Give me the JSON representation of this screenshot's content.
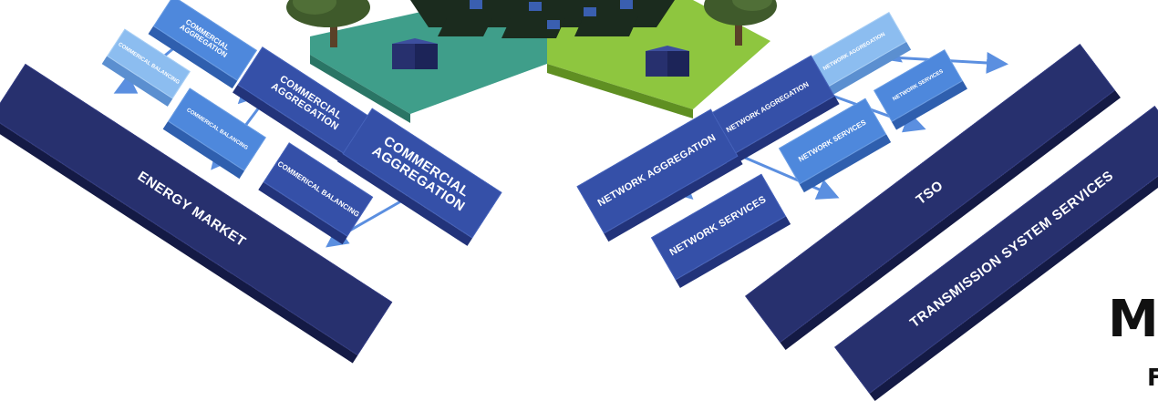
{
  "energy_market": "ENERGY MARKET",
  "commercial_aggregation": "COMMERCIAL AGGREGATION",
  "commercial_balancing": "COMMERICAL BALANCING",
  "network_aggregation": "NETWORK AGGREGATION",
  "network_services": "NETWORK SERVICES",
  "tso": "TSO",
  "transmission_system_services": "TRANSMISSION SYSTEM SERVICES",
  "partial_title_letter": "M",
  "partial_subtitle_letter": "F",
  "colors": {
    "navy": "#27306e",
    "mid_blue": "#3550a8",
    "light_blue": "#4e88dc",
    "pale_blue": "#8cbdf0",
    "teal_ground": "#3f9e8a",
    "lime_ground": "#8ec63f",
    "arrow": "#5b8fe0"
  }
}
